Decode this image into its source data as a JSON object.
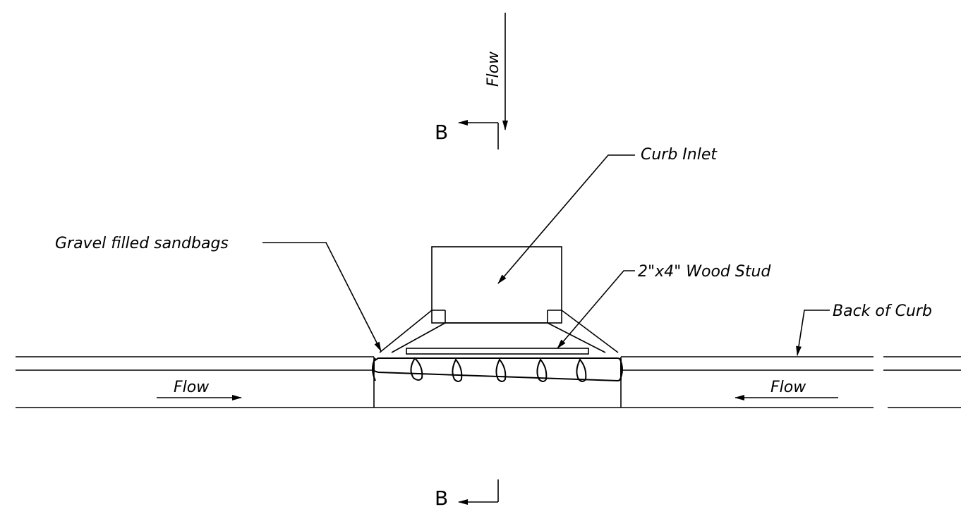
{
  "labels": {
    "flow_top": "Flow",
    "section_top": "B",
    "section_bottom": "B",
    "curb_inlet": "Curb Inlet",
    "gravel_sandbags": "Gravel filled sandbags",
    "wood_stud": "2\"x4\" Wood Stud",
    "back_of_curb": "Back of Curb",
    "flow_left": "Flow",
    "flow_right": "Flow"
  },
  "colors": {
    "ink": "#000000",
    "background": "#ffffff"
  }
}
